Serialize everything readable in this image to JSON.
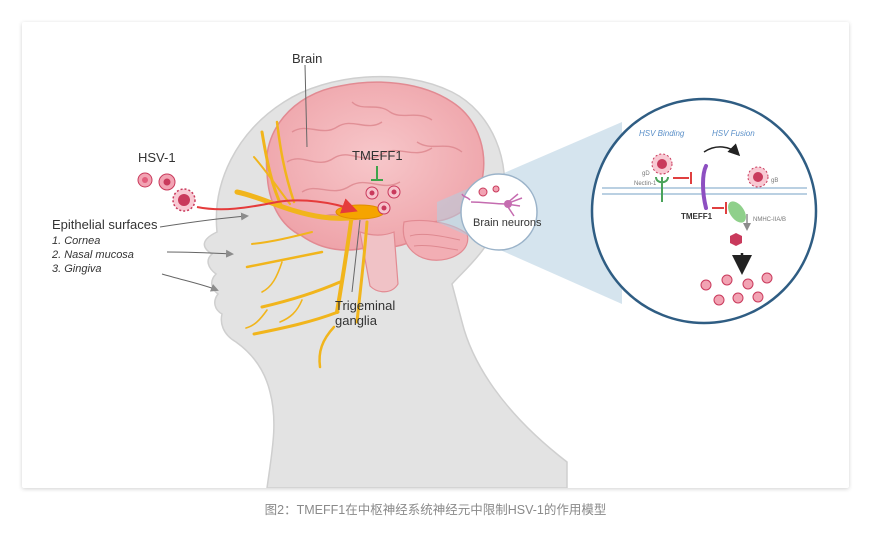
{
  "labels": {
    "brain": "Brain",
    "hsv1": "HSV-1",
    "tmeff1_main": "TMEFF1",
    "epithelial_title": "Epithelial surfaces",
    "epithelial_items": [
      "1. Cornea",
      "2. Nasal mucosa",
      "3. Gingiva"
    ],
    "trigeminal_line1": "Trigeminal",
    "trigeminal_line2": "ganglia",
    "brain_neurons": "Brain neurons"
  },
  "inset": {
    "hsv_binding": "HSV Binding",
    "hsv_fusion": "HSV Fusion",
    "gd": "gD",
    "gb": "gB",
    "nectin": "Nectin-1",
    "tmeff1": "TMEFF1",
    "nmhc": "NMHC-IIA/B"
  },
  "caption": "图2：TMEFF1在中枢神经系统神经元中限制HSV-1的作用模型",
  "colors": {
    "head_fill": "#e3e3e3",
    "brain_fill": "#f3b8bd",
    "nerve": "#f1b51c",
    "virus": "#c93a5c",
    "arrow_red": "#e53b3b",
    "inhibit_green": "#3fa34a",
    "inset_border": "#2f5d83",
    "cone": "#b3cde0"
  }
}
